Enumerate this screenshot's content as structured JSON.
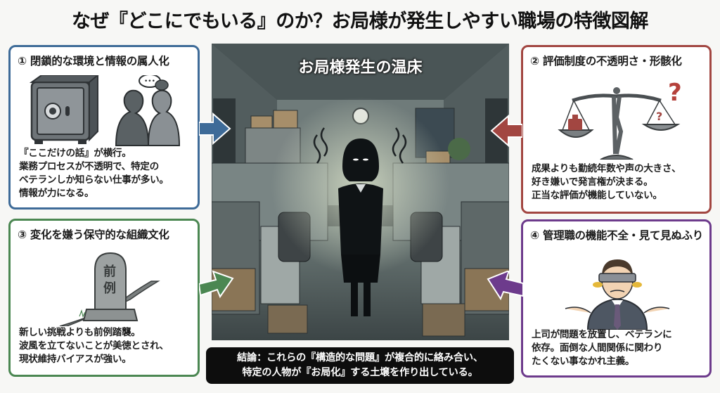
{
  "title": "なぜ『どこにでもいる』のか？お局様が発生しやすい職場の特徴図解",
  "center": {
    "scene_title": "お局様発生の温床",
    "figure": "dark-silhouette-woman-arms-crossed"
  },
  "cards": [
    {
      "number": "①",
      "heading": "① 閉鎖的な環境と情報の属人化",
      "accent": "#3e6b98",
      "icons": [
        "safe-icon",
        "whispering-people-icon",
        "speech-bubble-icon"
      ],
      "lines": [
        "『ここだけの話』が横行。",
        "業務プロセスが不透明で、特定の",
        "ベテランしか知らない仕事が多い。",
        "情報が力になる。"
      ]
    },
    {
      "number": "②",
      "heading": "② 評価制度の不透明さ・形骸化",
      "accent": "#a24641",
      "icons": [
        "balance-scale-icon",
        "question-mark-icon"
      ],
      "lines": [
        "成果よりも勤続年数や声の大きさ、",
        "好き嫌いで発言権が決まる。",
        "正当な評価が機能していない。"
      ]
    },
    {
      "number": "③",
      "heading": "③ 変化を嫌う保守的な組織文化",
      "accent": "#4b8752",
      "icons": [
        "gravestone-icon"
      ],
      "gravestone_text": [
        "前",
        "例"
      ],
      "lines": [
        "新しい挑戦よりも前例踏襲。",
        "波風を立てないことが美徳とされ、",
        "現状維持バイアスが強い。"
      ]
    },
    {
      "number": "④",
      "heading": "④ 管理職の機能不全・見て見ぬふり",
      "accent": "#6d3b8c",
      "icons": [
        "blindfolded-manager-icon"
      ],
      "lines": [
        "上司が問題を放置し、ベテランに",
        "依存。面倒な人間関係に関わり",
        "たくない事なかれ主義。"
      ]
    }
  ],
  "conclusion": {
    "lines": [
      "結論：これらの『構造的な問題』が複合的に絡み合い、",
      "特定の人物が『お局化』する土壌を作り出している。"
    ]
  }
}
